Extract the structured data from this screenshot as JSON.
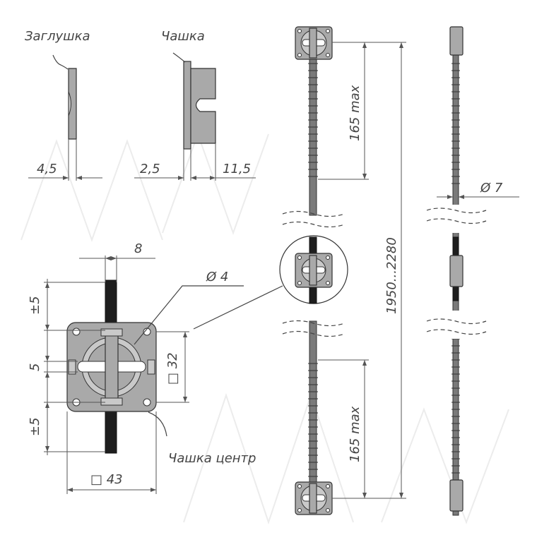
{
  "labels": {
    "plug": "Заглушка",
    "cup": "Чашка",
    "cup_center": "Чашка центр"
  },
  "dimensions": {
    "plug_thickness": "4,5",
    "cup_thickness": "2,5",
    "cup_depth": "11,5",
    "rod_width": "8",
    "hole_diameter": "Ø 4",
    "offset_top": "±5",
    "slot_height": "5",
    "offset_bottom": "±5",
    "plate_square_outer": "□ 43",
    "plate_square_inner": "□ 32",
    "max_top": "165 max",
    "max_bottom": "165 max",
    "total_length": "1950...2280",
    "rod_diameter": "Ø 7"
  }
}
